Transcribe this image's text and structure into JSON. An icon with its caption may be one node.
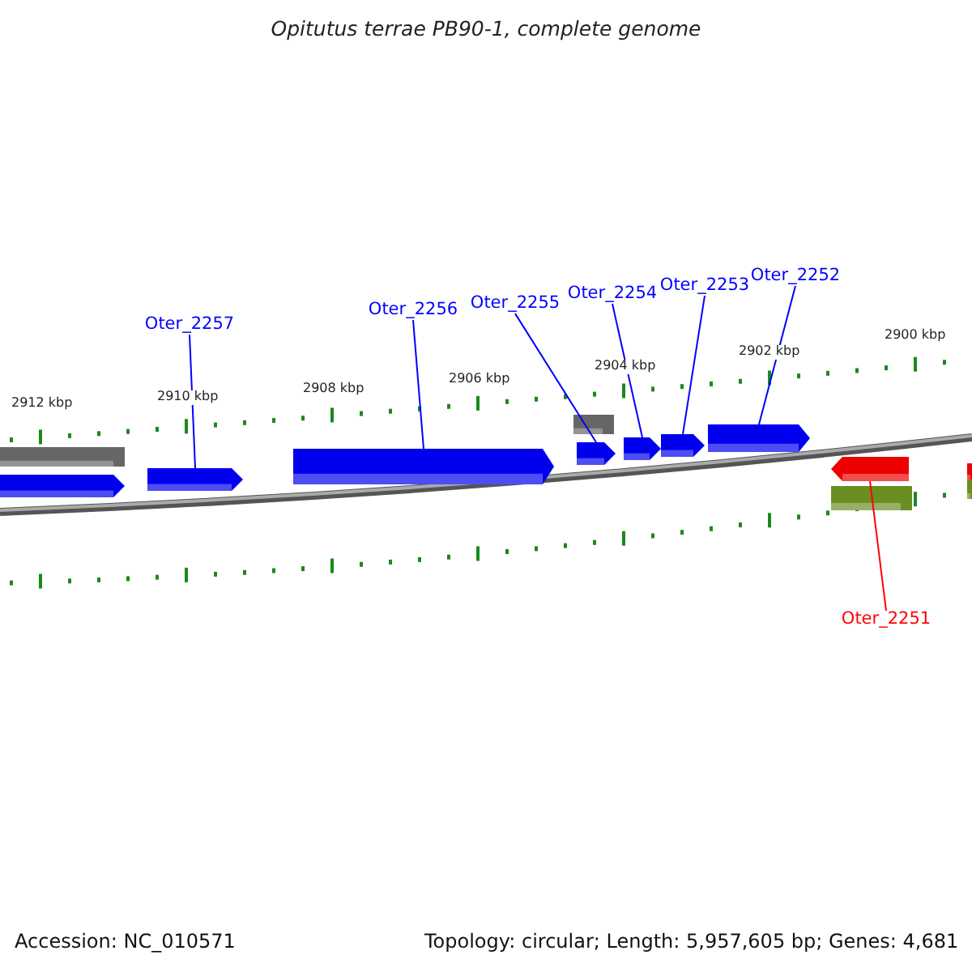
{
  "diagram": {
    "title": "Opitutus terrae PB90-1, complete genome",
    "nodes": [
      {
        "text": [
          "Oter_2257"
        ]
      },
      {
        "text": [
          "Oter_2256"
        ]
      },
      {
        "text": [
          "Oter_2255"
        ]
      },
      {
        "text": [
          "Oter_2254"
        ]
      },
      {
        "text": [
          "Oter_2253"
        ]
      },
      {
        "text": [
          "Oter_2252"
        ]
      },
      {
        "text": [],
        "shape": "arrow"
      },
      {
        "text": [],
        "shape": "arrow"
      },
      {
        "text": [],
        "shape": "arrow"
      },
      {
        "text": [],
        "shape": "arrow"
      },
      {
        "text": [],
        "shape": "arrow"
      },
      {
        "text": [],
        "shape": "arrow"
      },
      {
        "text": [],
        "shape": "arrow"
      },
      {
        "text": [
          "Oter_2251"
        ]
      }
    ],
    "edges": [
      {
        "from": 0,
        "to": 6,
        "arrow": "none"
      },
      {
        "from": 1,
        "to": 7,
        "arrow": "none"
      },
      {
        "from": 2,
        "to": 8,
        "arrow": "none"
      },
      {
        "from": 3,
        "to": 9,
        "arrow": "none"
      },
      {
        "from": 4,
        "to": 10,
        "arrow": "none"
      },
      {
        "from": 5,
        "to": 11,
        "arrow": "none"
      },
      {
        "from": 13,
        "to": 12,
        "arrow": "none",
        "color": "#ff0000"
      }
    ],
    "labels": [
      "2900 kbp",
      "2902 kbp",
      "2904 kbp",
      "2906 kbp",
      "2908 kbp",
      "2910 kbp",
      "2912 kbp",
      "Accession: NC_010571",
      "Topology: circular; Length: 5,957,605 bp; Genes: 4,681"
    ]
  }
}
